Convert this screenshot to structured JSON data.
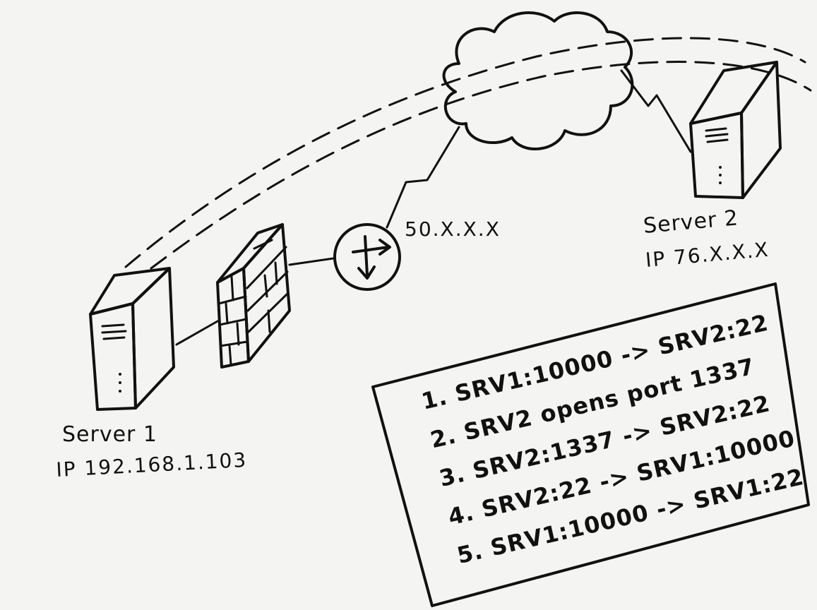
{
  "server1": {
    "name": "Server 1",
    "ip": "IP 192.168.1.103"
  },
  "server2": {
    "name": "Server 2",
    "ip": "IP 76.X.X.X"
  },
  "router": {
    "ip": "50.X.X.X"
  },
  "steps": [
    "1.  SRV1:10000 -> SRV2:22",
    "2.  SRV2 opens port 1337",
    "3.  SRV2:1337 -> SRV2:22",
    "4.  SRV2:22 -> SRV1:10000",
    "5.  SRV1:10000 -> SRV1:22"
  ]
}
